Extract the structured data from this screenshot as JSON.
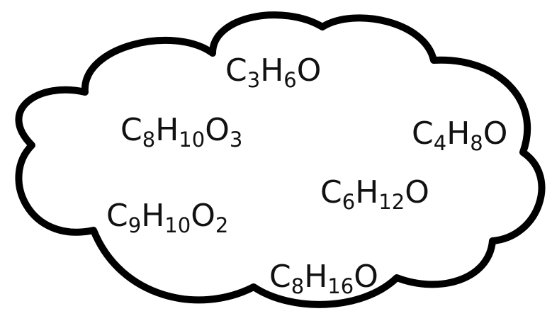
{
  "formulas": [
    {
      "parts": [
        {
          "el": "C",
          "n": "3"
        },
        {
          "el": "H",
          "n": "6"
        },
        {
          "el": "O",
          "n": ""
        }
      ]
    },
    {
      "parts": [
        {
          "el": "C",
          "n": "8"
        },
        {
          "el": "H",
          "n": "10"
        },
        {
          "el": "O",
          "n": "3"
        }
      ]
    },
    {
      "parts": [
        {
          "el": "C",
          "n": "4"
        },
        {
          "el": "H",
          "n": "8"
        },
        {
          "el": "O",
          "n": ""
        }
      ]
    },
    {
      "parts": [
        {
          "el": "C",
          "n": "6"
        },
        {
          "el": "H",
          "n": "12"
        },
        {
          "el": "O",
          "n": ""
        }
      ]
    },
    {
      "parts": [
        {
          "el": "C",
          "n": "9"
        },
        {
          "el": "H",
          "n": "10"
        },
        {
          "el": "O",
          "n": "2"
        }
      ]
    },
    {
      "parts": [
        {
          "el": "C",
          "n": "8"
        },
        {
          "el": "H",
          "n": "16"
        },
        {
          "el": "O",
          "n": ""
        }
      ]
    }
  ],
  "colors": {
    "outline": "#000000",
    "text": "#111111",
    "background": "#ffffff"
  }
}
